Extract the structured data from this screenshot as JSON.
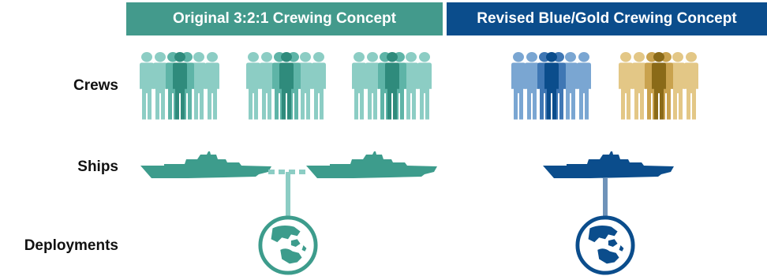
{
  "headers": {
    "original": "Original 3:2:1 Crewing Concept",
    "revised": "Revised Blue/Gold Crewing Concept"
  },
  "row_labels": {
    "crews": "Crews",
    "ships": "Ships",
    "deployments": "Deployments"
  },
  "colors": {
    "original_header": "#439a8c",
    "revised_header": "#0b4d8c",
    "teal": "#3d9c8c",
    "teal_light": "#8ccdc4",
    "blue": "#0b4d8c",
    "blue_light": "#7aa6d2",
    "gold": "#a27e22",
    "gold_light": "#e3c786"
  },
  "icons": {
    "crew": "people-group-icon",
    "ship": "warship-icon",
    "deployment": "globe-icon"
  }
}
